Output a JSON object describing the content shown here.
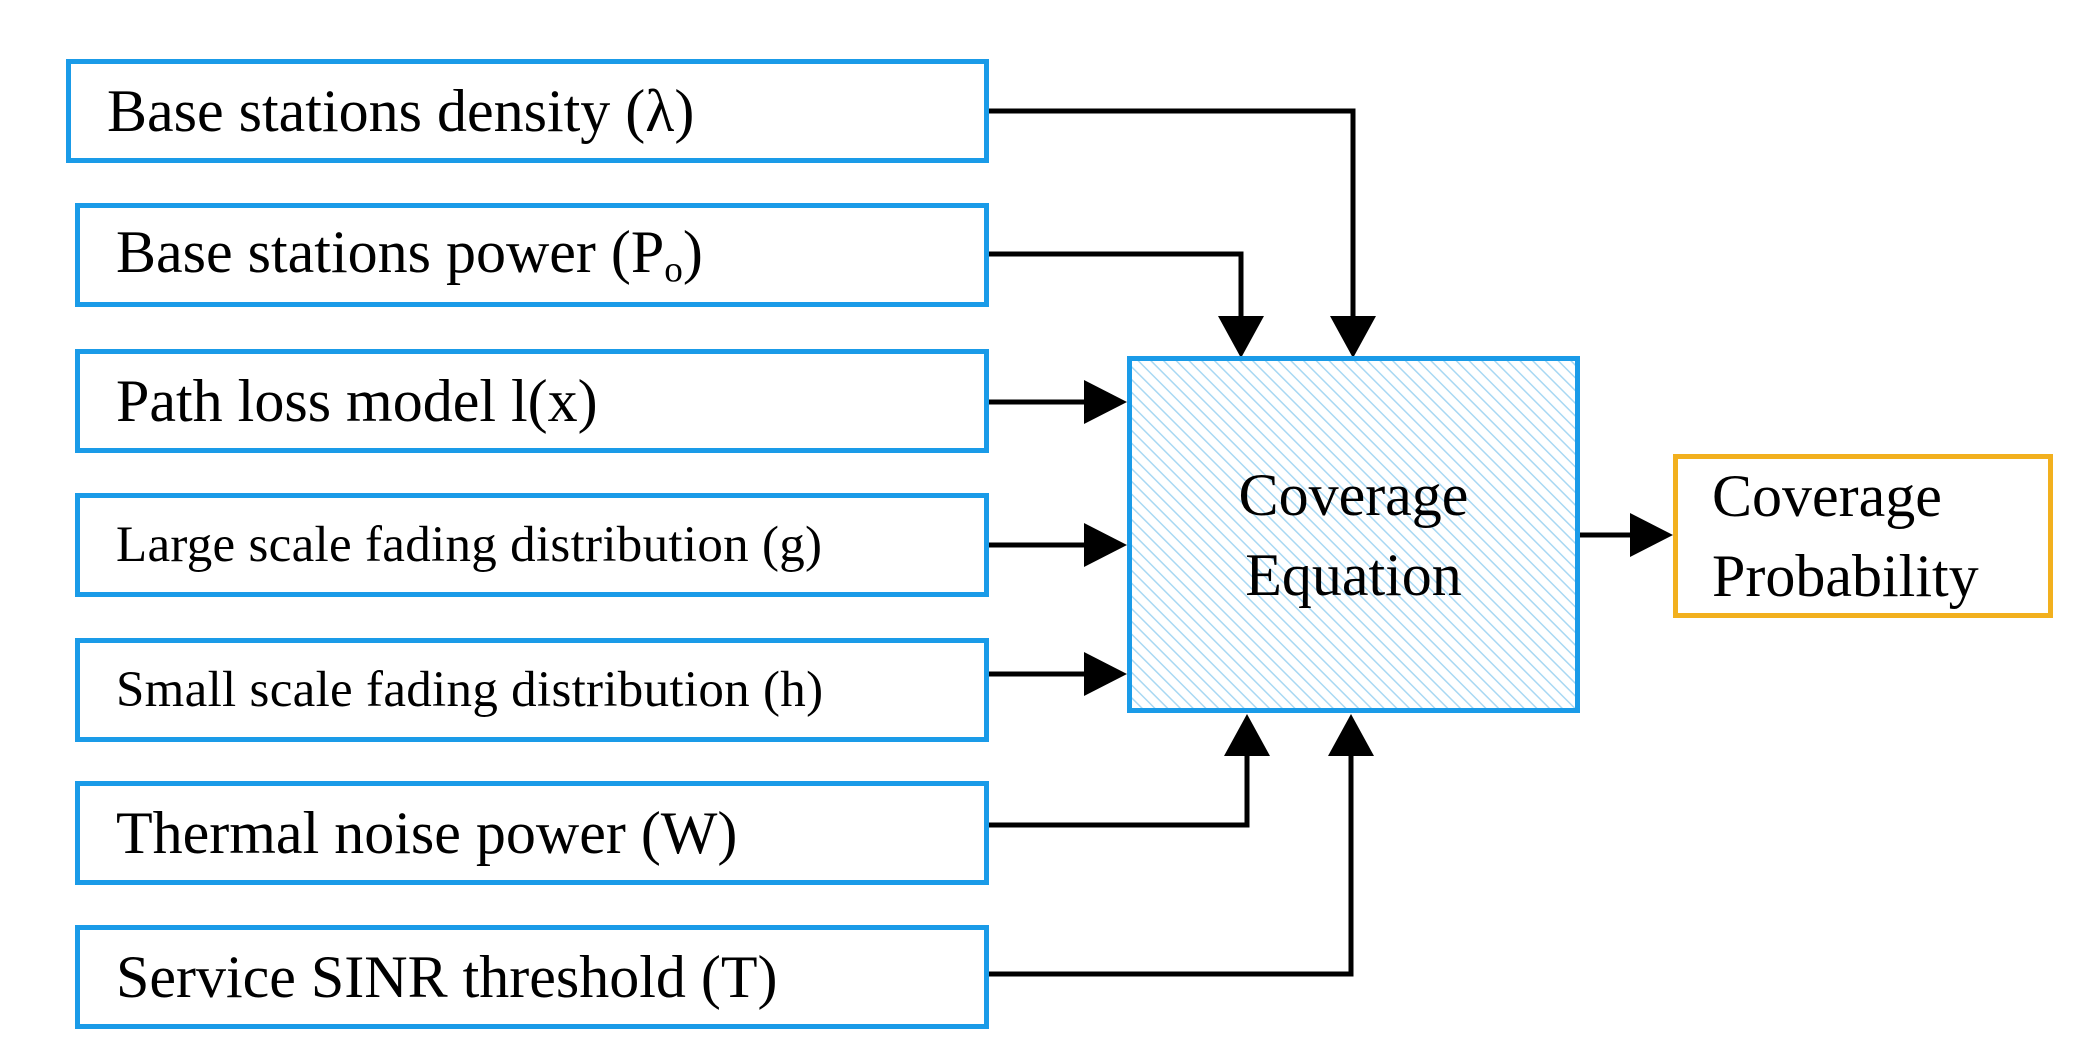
{
  "inputs": [
    {
      "label": "Base stations density (λ)"
    },
    {
      "label": "Base stations power (P",
      "sub": "o",
      "close": ")"
    },
    {
      "label": "Path loss model l(x)"
    },
    {
      "label": "Large scale fading distribution (g)"
    },
    {
      "label": "Small scale fading distribution (h)"
    },
    {
      "label": "Thermal noise power (W)"
    },
    {
      "label": "Service SINR threshold (T)"
    }
  ],
  "center": {
    "line1": "Coverage",
    "line2": "Equation"
  },
  "output": {
    "line1": "Coverage",
    "line2": "Probability"
  },
  "colors": {
    "input_border": "#1a9be8",
    "center_border": "#1a9be8",
    "center_hatch": "#9fd4f2",
    "output_border": "#f2b01e",
    "arrow": "#000000"
  }
}
